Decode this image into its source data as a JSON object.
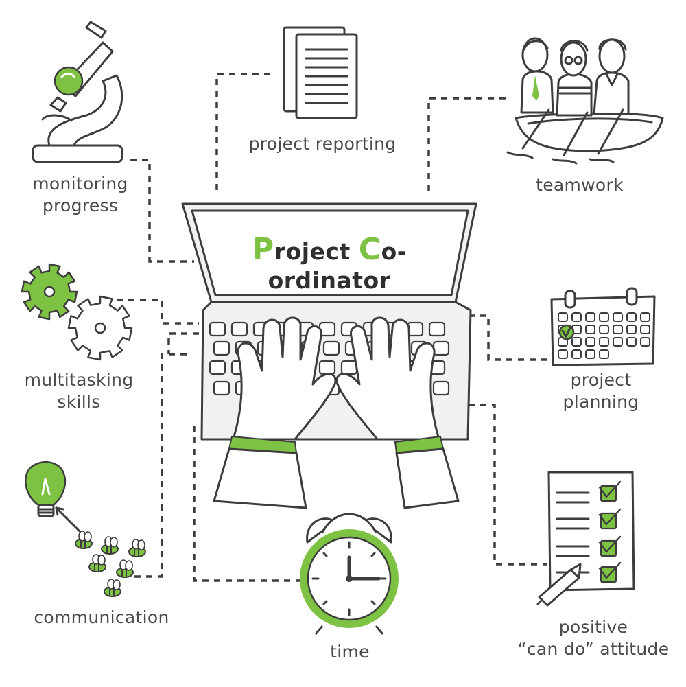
{
  "title": {
    "first_initial": "P",
    "first_rest": "roject ",
    "second_initial": "C",
    "second_rest": "o-ordinator"
  },
  "labels": {
    "monitoring_line1": "monitoring",
    "monitoring_line2": "progress",
    "reporting": "project reporting",
    "teamwork": "teamwork",
    "multitasking_line1": "multitasking",
    "multitasking_line2": "skills",
    "planning_line1": "project",
    "planning_line2": "planning",
    "communication": "communication",
    "time": "time",
    "attitude_line1": "positive",
    "attitude_line2": "“can do” attitude"
  },
  "icons": [
    "microscope-icon",
    "documents-icon",
    "rowing-team-icon",
    "gears-icon",
    "calendar-icon",
    "lightbulb-icon",
    "bees-icon",
    "alarm-clock-icon",
    "checklist-icon",
    "pen-icon",
    "laptop-icon",
    "hands-icon"
  ],
  "colors": {
    "accent": "#7dc242",
    "line": "#3d3d3d",
    "text": "#4a4a4a"
  }
}
